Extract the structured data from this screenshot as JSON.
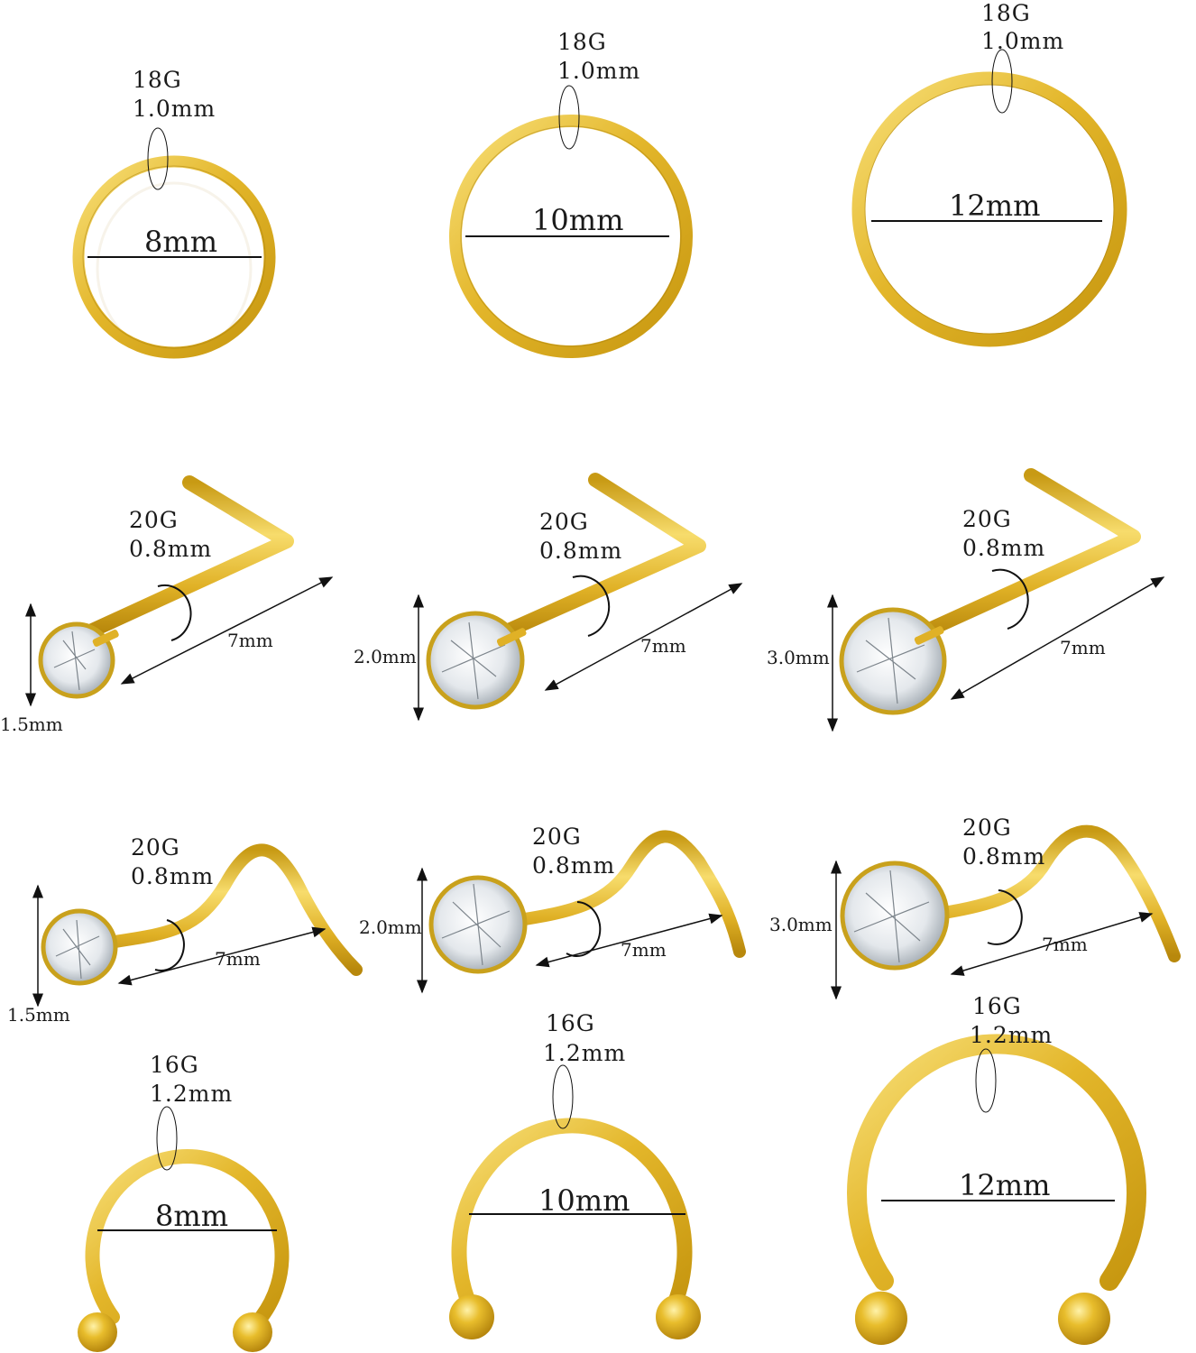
{
  "colors": {
    "gold_light": "#f6d86a",
    "gold_mid": "#e2b524",
    "gold_dark": "#b88a10",
    "line": "#111111",
    "background": "#ffffff"
  },
  "rows": [
    {
      "type": "hinged-segment-ring",
      "items": [
        {
          "gauge": "18G",
          "thickness": "1.0mm",
          "diameter": "8mm"
        },
        {
          "gauge": "18G",
          "thickness": "1.0mm",
          "diameter": "10mm"
        },
        {
          "gauge": "18G",
          "thickness": "1.0mm",
          "diameter": "12mm"
        }
      ]
    },
    {
      "type": "l-shape-nose-stud",
      "items": [
        {
          "gauge": "20G",
          "thickness": "0.8mm",
          "length": "7mm",
          "gem": "1.5mm"
        },
        {
          "gauge": "20G",
          "thickness": "0.8mm",
          "length": "7mm",
          "gem": "2.0mm"
        },
        {
          "gauge": "20G",
          "thickness": "0.8mm",
          "length": "7mm",
          "gem": "3.0mm"
        }
      ]
    },
    {
      "type": "screw-nose-stud",
      "items": [
        {
          "gauge": "20G",
          "thickness": "0.8mm",
          "length": "7mm",
          "gem": "1.5mm"
        },
        {
          "gauge": "20G",
          "thickness": "0.8mm",
          "length": "7mm",
          "gem": "2.0mm"
        },
        {
          "gauge": "20G",
          "thickness": "0.8mm",
          "length": "7mm",
          "gem": "3.0mm"
        }
      ]
    },
    {
      "type": "horseshoe-ring",
      "items": [
        {
          "gauge": "16G",
          "thickness": "1.2mm",
          "diameter": "8mm"
        },
        {
          "gauge": "16G",
          "thickness": "1.2mm",
          "diameter": "10mm"
        },
        {
          "gauge": "16G",
          "thickness": "1.2mm",
          "diameter": "12mm"
        }
      ]
    }
  ]
}
